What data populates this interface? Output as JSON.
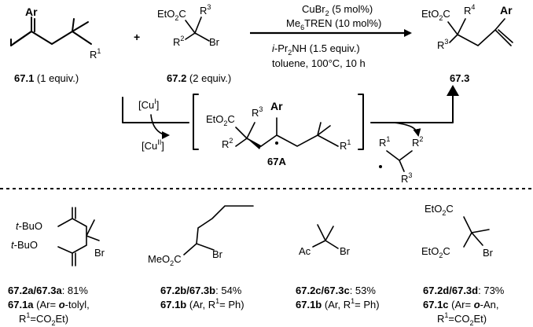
{
  "reaction": {
    "conditions": {
      "catalyst": "CuBr",
      "catalyst_sub": "2",
      "catalyst_amount": " (5 mol%)",
      "ligand": "Me",
      "ligand_sub": "6",
      "ligand_rest": "TREN (10 mol%)",
      "base_prefix": "i",
      "base_mid": "-Pr",
      "base_sub": "2",
      "base_rest": "NH (1.5 equiv.)",
      "solvent": "toluene, 100°C, 10 h"
    },
    "reactant1": {
      "label": "67.1",
      "equiv": " (1 equiv.)",
      "ar": "Ar",
      "r": "R",
      "r_sup": "1"
    },
    "plus": "+",
    "reactant2": {
      "label": "67.2",
      "equiv": " (2 equiv.)",
      "ester": "EtO",
      "ester_sub": "2",
      "ester_c": "C",
      "r3": "R",
      "r3_sup": "3",
      "r2": "R",
      "r2_sup": "2",
      "br": "Br"
    },
    "product": {
      "label": "67.3",
      "ester": "EtO",
      "ester_sub": "2",
      "ester_c": "C",
      "r4": "R",
      "r4_sup": "4",
      "r3": "R",
      "r3_sup": "3",
      "ar": "Ar"
    },
    "copper": {
      "cu1": "[Cu",
      "cu1_sup": "I",
      "cu2": "[Cu",
      "cu2_sup": "II",
      "close": "]"
    },
    "intermediate": {
      "label": "67A",
      "ester": "EtO",
      "ester_sub": "2",
      "ester_c": "C",
      "r3": "R",
      "r3_sup": "3",
      "r2": "R",
      "r2_sup": "2",
      "ar": "Ar",
      "r1": "R",
      "r1_sup": "1"
    },
    "byproduct_radical": {
      "r1": "R",
      "r1_sup": "1",
      "r2": "R",
      "r2_sup": "2",
      "r3": "R",
      "r3_sup": "3"
    }
  },
  "examples": [
    {
      "struct": {
        "line1": "t",
        "line1b": "-BuO",
        "line2": "t",
        "line2b": "-BuO",
        "br": "Br"
      },
      "yield_label": "67.2a/67.3a",
      "yield_value": ": 81%",
      "sub_label": "67.1a",
      "sub_text1": " (Ar= ",
      "sub_text_it": "o",
      "sub_text2": "-tolyl,",
      "line3a": "R",
      "line3_sup": "1",
      "line3b": "=CO",
      "line3_sub": "2",
      "line3c": "Et)"
    },
    {
      "struct": {
        "ester": "MeO",
        "ester_sub": "2",
        "ester_c": "C",
        "br": "Br"
      },
      "yield_label": "67.2b/67.3b",
      "yield_value": ": 54%",
      "sub_label": "67.1b",
      "sub_text1": " (Ar, R",
      "sub_sup": "1",
      "sub_text2": "= Ph)"
    },
    {
      "struct": {
        "ac": "Ac",
        "br": "Br"
      },
      "yield_label": "67.2c/67.3c",
      "yield_value": ": 53%",
      "sub_label": "67.1b",
      "sub_text1": " (Ar, R",
      "sub_sup": "1",
      "sub_text2": "= Ph)"
    },
    {
      "struct": {
        "e1": "EtO",
        "e1_sub": "2",
        "e1_c": "C",
        "e2": "EtO",
        "e2_sub": "2",
        "e2_c": "C",
        "br": "Br"
      },
      "yield_label": "67.2d/67.3d",
      "yield_value": ": 73%",
      "sub_label": "67.1c",
      "sub_text1": " (Ar= ",
      "sub_text_it": "o",
      "sub_text2": "-An,",
      "line3a": "R",
      "line3_sup": "1",
      "line3b": "=CO",
      "line3_sub": "2",
      "line3c": "Et)"
    }
  ]
}
